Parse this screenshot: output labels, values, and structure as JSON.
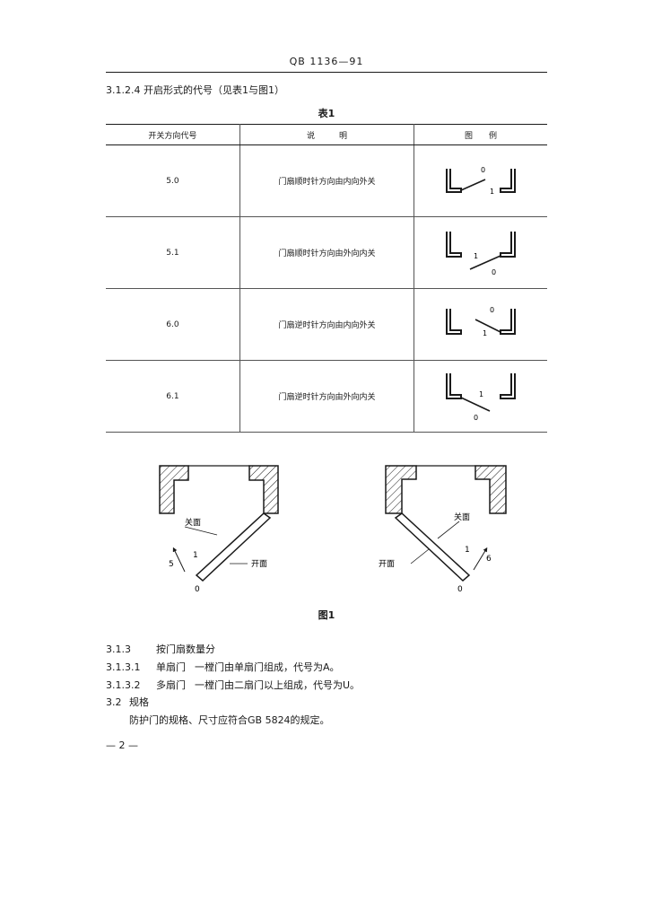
{
  "header": {
    "doc_code": "QB 1136—91"
  },
  "section": {
    "title": "3.1.2.4  开启形式的代号（见表1与图1）"
  },
  "table": {
    "caption": "表1",
    "headers": [
      "开关方向代号",
      "说　　　明",
      "图　　例"
    ],
    "rows": [
      {
        "code": "5.0",
        "desc": "门扇顺时针方向由内向外关",
        "labels": [
          "0",
          "1"
        ]
      },
      {
        "code": "5.1",
        "desc": "门扇顺时针方向由外向内关",
        "labels": [
          "1",
          "0"
        ]
      },
      {
        "code": "6.0",
        "desc": "门扇逆时针方向由内向外关",
        "labels": [
          "0",
          "1"
        ]
      },
      {
        "code": "6.1",
        "desc": "门扇逆时针方向由外向内关",
        "labels": [
          "1",
          "0"
        ]
      }
    ]
  },
  "figure": {
    "caption": "图1",
    "left": {
      "close_face": "关面",
      "open_face": "开面",
      "label_5": "5",
      "label_1": "1",
      "label_0": "0"
    },
    "right": {
      "close_face": "关面",
      "open_face": "开面",
      "label_6": "6",
      "label_1": "1",
      "label_0": "0"
    }
  },
  "paragraphs": [
    {
      "num": "3.1.3",
      "term": "",
      "text": "按门扇数量分"
    },
    {
      "num": "3.1.3.1",
      "term": "单扇门",
      "text": "一樘门由单扇门组成，代号为A。"
    },
    {
      "num": "3.1.3.2",
      "term": "多扇门",
      "text": "一樘门由二扇门以上组成，代号为U。"
    },
    {
      "num": "3.2",
      "term": "",
      "text": "规格"
    }
  ],
  "body_text": "防护门的规格、尺寸应符合GB 5824的规定。",
  "page_number": "— 2 —"
}
